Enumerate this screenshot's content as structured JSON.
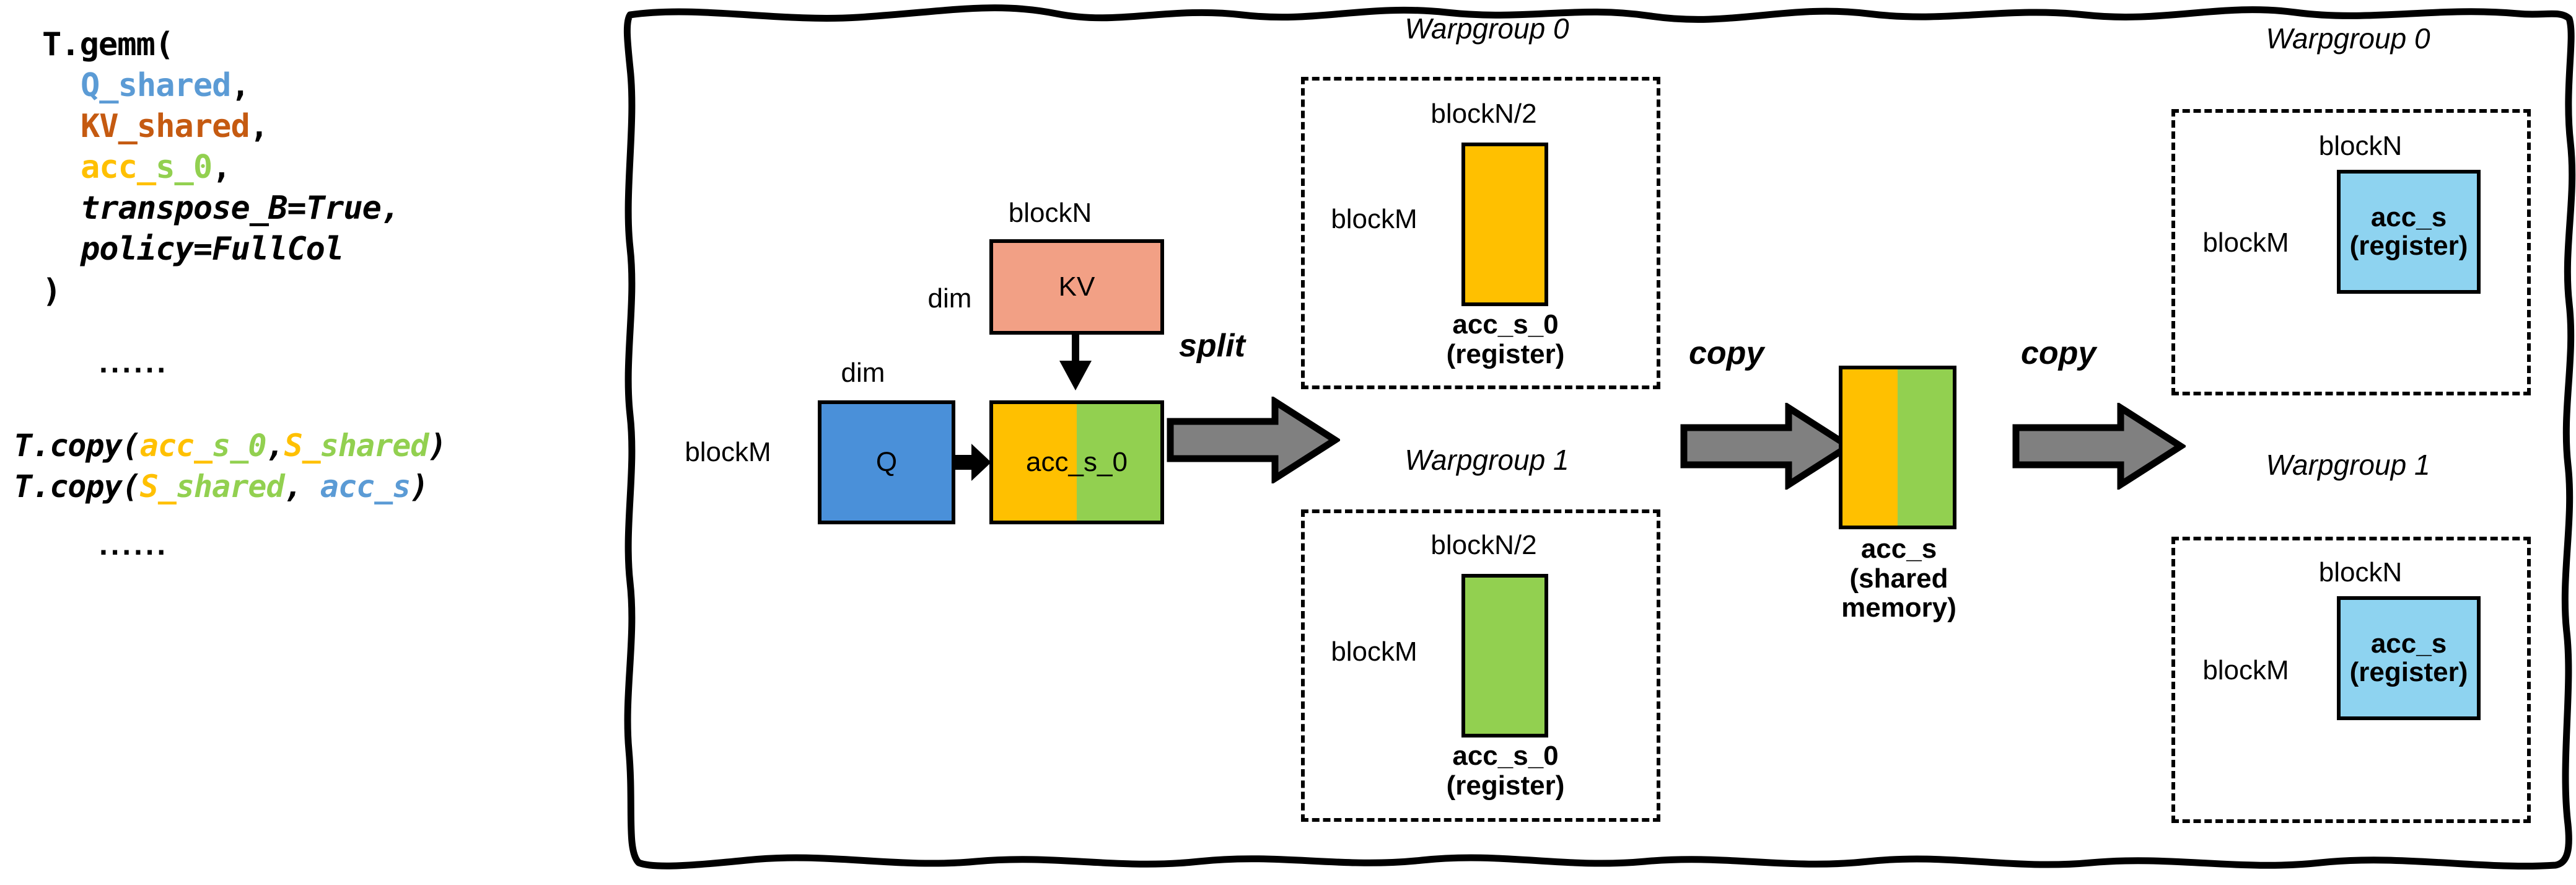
{
  "code": {
    "lines": [
      {
        "indent": 0,
        "italic": false,
        "tokens": [
          {
            "t": "T.gemm(",
            "c": "black"
          }
        ]
      },
      {
        "indent": 1,
        "italic": false,
        "tokens": [
          {
            "t": "Q_shared",
            "c": "blue"
          },
          {
            "t": ",",
            "c": "black"
          }
        ]
      },
      {
        "indent": 1,
        "italic": false,
        "tokens": [
          {
            "t": "KV_shared",
            "c": "rust"
          },
          {
            "t": ",",
            "c": "black"
          }
        ]
      },
      {
        "indent": 1,
        "italic": false,
        "tokens": [
          {
            "t": "acc_",
            "c": "amber"
          },
          {
            "t": "s_0",
            "c": "green"
          },
          {
            "t": ",",
            "c": "black"
          }
        ]
      },
      {
        "indent": 1,
        "italic": true,
        "tokens": [
          {
            "t": "transpose_B=True,",
            "c": "black"
          }
        ]
      },
      {
        "indent": 1,
        "italic": true,
        "tokens": [
          {
            "t": "policy",
            "c": "black"
          },
          {
            "t": "=FullCol",
            "c": "black"
          }
        ]
      },
      {
        "indent": 0,
        "italic": false,
        "tokens": [
          {
            "t": ")",
            "c": "black"
          }
        ]
      }
    ],
    "ellipsis_top": "······",
    "copy_lines": [
      {
        "tokens": [
          {
            "t": "T.copy(",
            "c": "black"
          },
          {
            "t": "acc_",
            "c": "amber"
          },
          {
            "t": "s_0",
            "c": "green"
          },
          {
            "t": ",",
            "c": "black"
          },
          {
            "t": "S_",
            "c": "amber"
          },
          {
            "t": "shared",
            "c": "green"
          },
          {
            "t": ")",
            "c": "black"
          }
        ]
      },
      {
        "tokens": [
          {
            "t": "T.copy(",
            "c": "black"
          },
          {
            "t": "S_",
            "c": "amber"
          },
          {
            "t": "shared",
            "c": "green"
          },
          {
            "t": ", ",
            "c": "black"
          },
          {
            "t": "acc_s",
            "c": "blue"
          },
          {
            "t": ")",
            "c": "black"
          }
        ]
      }
    ],
    "ellipsis_bottom": "······"
  },
  "diagram": {
    "left_stage": {
      "blockM_label": "blockM",
      "dim_label_q": "dim",
      "dim_label_kv": "dim",
      "blockN_label": "blockN",
      "q_block": "Q",
      "kv_block": "KV",
      "acc_block": "acc_s_0"
    },
    "split_op": "split",
    "copy_op_1": "copy",
    "copy_op_2": "copy",
    "mid_warpgroups": [
      {
        "title": "Warpgroup 0",
        "top_label": "blockN/2",
        "side_label": "blockM",
        "caption_line1": "acc_s_0",
        "caption_line2": "(register)",
        "color": "#ffc000"
      },
      {
        "title": "Warpgroup 1",
        "top_label": "blockN/2",
        "side_label": "blockM",
        "caption_line1": "acc_s_0",
        "caption_line2": "(register)",
        "color": "#92d050"
      }
    ],
    "shared_mem": {
      "caption_line1": "acc_s",
      "caption_line2": "(shared",
      "caption_line3": "memory)",
      "left_color": "#ffc000",
      "right_color": "#92d050"
    },
    "right_warpgroups": [
      {
        "title": "Warpgroup 0",
        "top_label": "blockN",
        "side_label": "blockM",
        "block_line1": "acc_s",
        "block_line2": "(register)",
        "color": "#8ed3f0"
      },
      {
        "title": "Warpgroup 1",
        "top_label": "blockN",
        "side_label": "blockM",
        "block_line1": "acc_s",
        "block_line2": "(register)",
        "color": "#8ed3f0"
      }
    ]
  },
  "colors": {
    "q_blue": "#4a90d9",
    "kv_salmon": "#f2a085",
    "amber": "#ffc000",
    "green": "#92d050",
    "sky": "#8ed3f0",
    "arrow_gray": "#808080",
    "outline": "#000000"
  }
}
